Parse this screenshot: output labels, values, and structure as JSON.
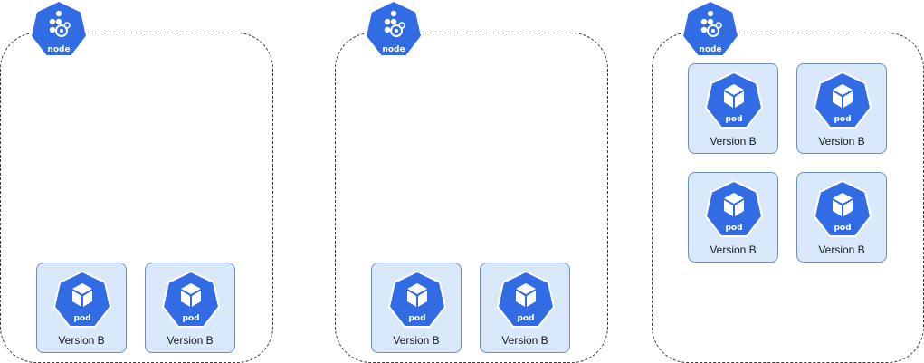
{
  "colors": {
    "k8s_blue": "#326ce5",
    "pod_fill": "#dae8fc",
    "pod_border": "#6c8ebf",
    "node_border": "#3a3a3a"
  },
  "nodes": [
    {
      "label": "node",
      "icon": "kubernetes-node-icon",
      "pods": [
        {
          "label": "pod",
          "version": "Version B",
          "icon": "kubernetes-pod-icon"
        },
        {
          "label": "pod",
          "version": "Version B",
          "icon": "kubernetes-pod-icon"
        }
      ]
    },
    {
      "label": "node",
      "icon": "kubernetes-node-icon",
      "pods": [
        {
          "label": "pod",
          "version": "Version B",
          "icon": "kubernetes-pod-icon"
        },
        {
          "label": "pod",
          "version": "Version B",
          "icon": "kubernetes-pod-icon"
        }
      ]
    },
    {
      "label": "node",
      "icon": "kubernetes-node-icon",
      "pods": [
        {
          "label": "pod",
          "version": "Version B",
          "icon": "kubernetes-pod-icon"
        },
        {
          "label": "pod",
          "version": "Version B",
          "icon": "kubernetes-pod-icon"
        },
        {
          "label": "pod",
          "version": "Version B",
          "icon": "kubernetes-pod-icon"
        },
        {
          "label": "pod",
          "version": "Version B",
          "icon": "kubernetes-pod-icon"
        }
      ]
    }
  ]
}
